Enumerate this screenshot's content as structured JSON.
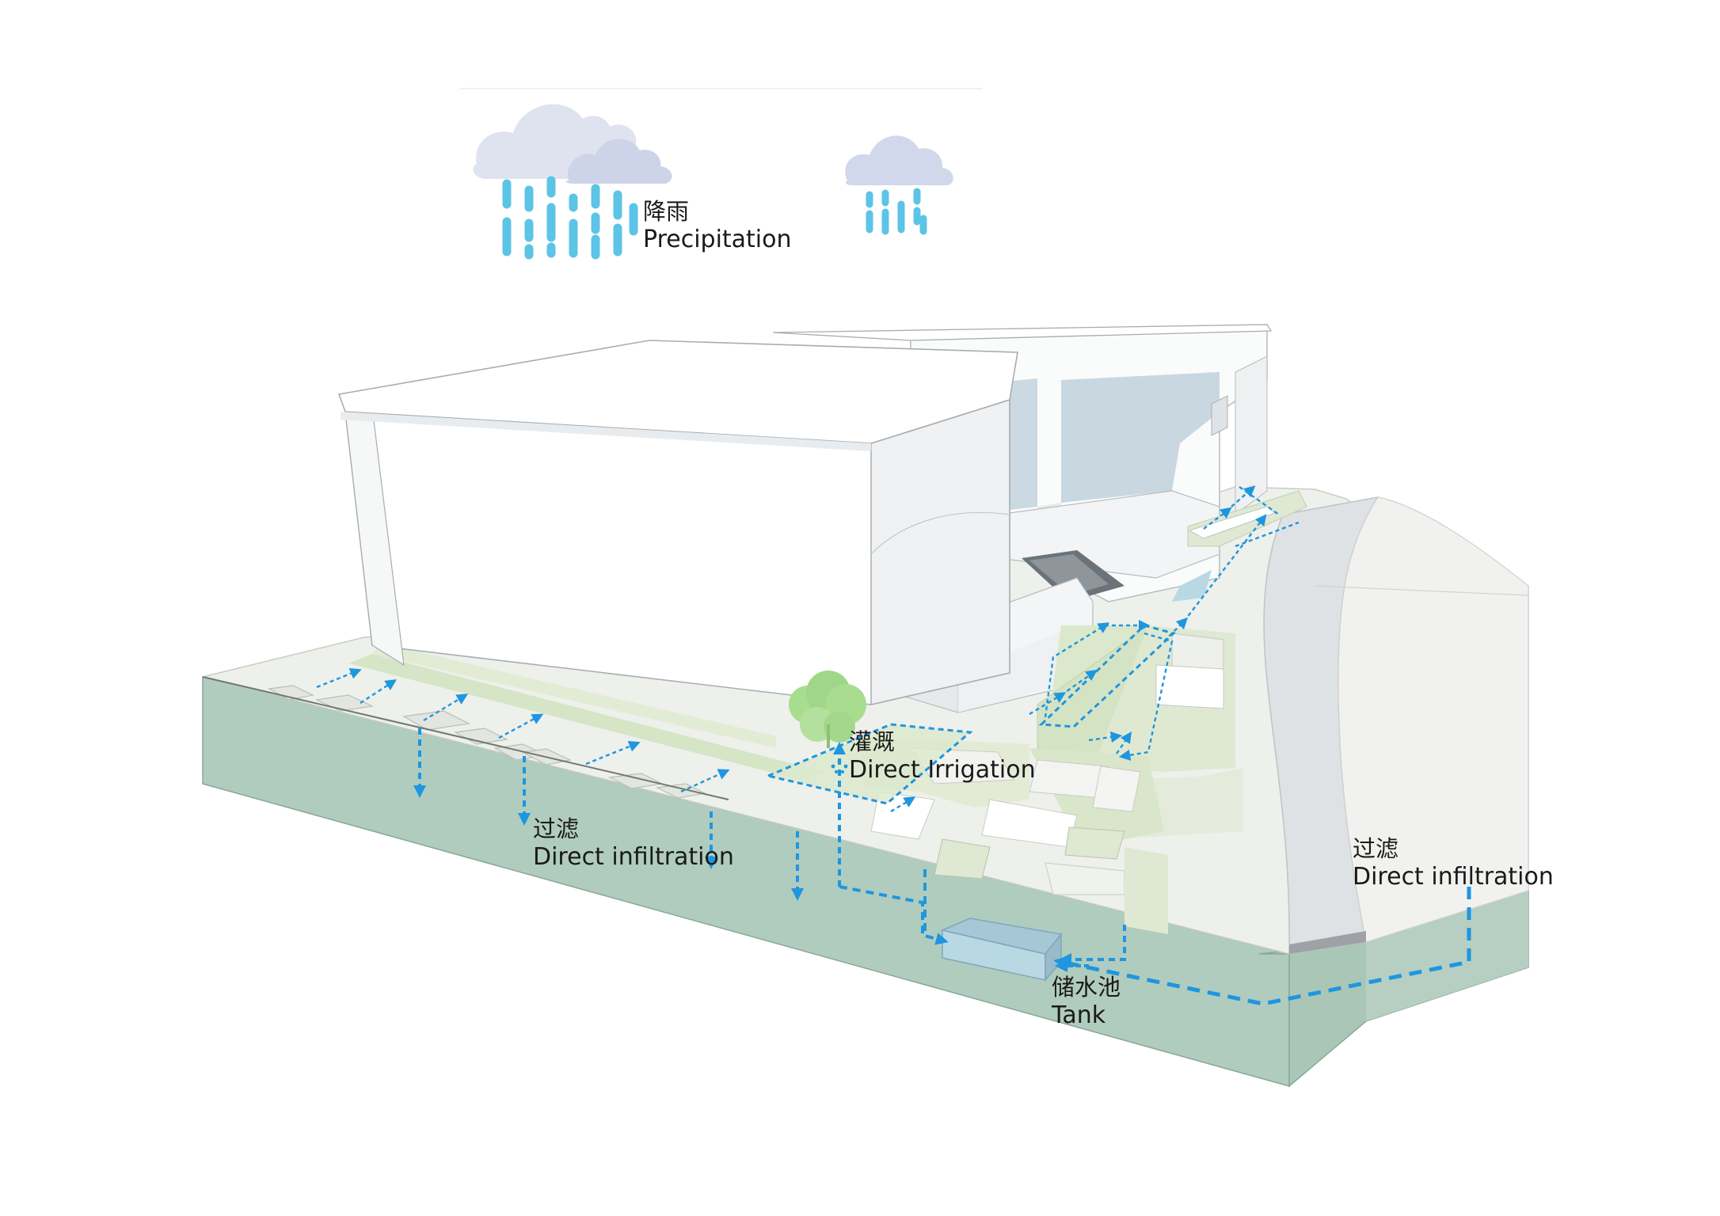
{
  "labels": {
    "precipitation": {
      "zh": "降雨",
      "en": "Precipitation"
    },
    "irrigation": {
      "zh": "灌溉",
      "en": "Direct Irrigation"
    },
    "infiltration_left": {
      "zh": "过滤",
      "en": "Direct infiltration"
    },
    "infiltration_right": {
      "zh": "过滤",
      "en": "Direct infiltration"
    },
    "tank": {
      "zh": "储水池",
      "en": "Tank"
    }
  },
  "colors": {
    "flow_arrow": "#1e96e0",
    "rain": "#5cc4e6",
    "cloud": "#d7dcec",
    "soil": "#b0ccbe",
    "soil_dark": "#9dbdad",
    "lawn": "#dbe8cc",
    "paving": "#edefea",
    "building": "#ffffff",
    "glass": "#cbd9e2",
    "tank": "#b8d8e4",
    "tree": "#9fd689"
  },
  "icons": [
    "rain-cloud-icon",
    "rain-cloud-icon",
    "tree-icon",
    "sprinkler-icon"
  ]
}
